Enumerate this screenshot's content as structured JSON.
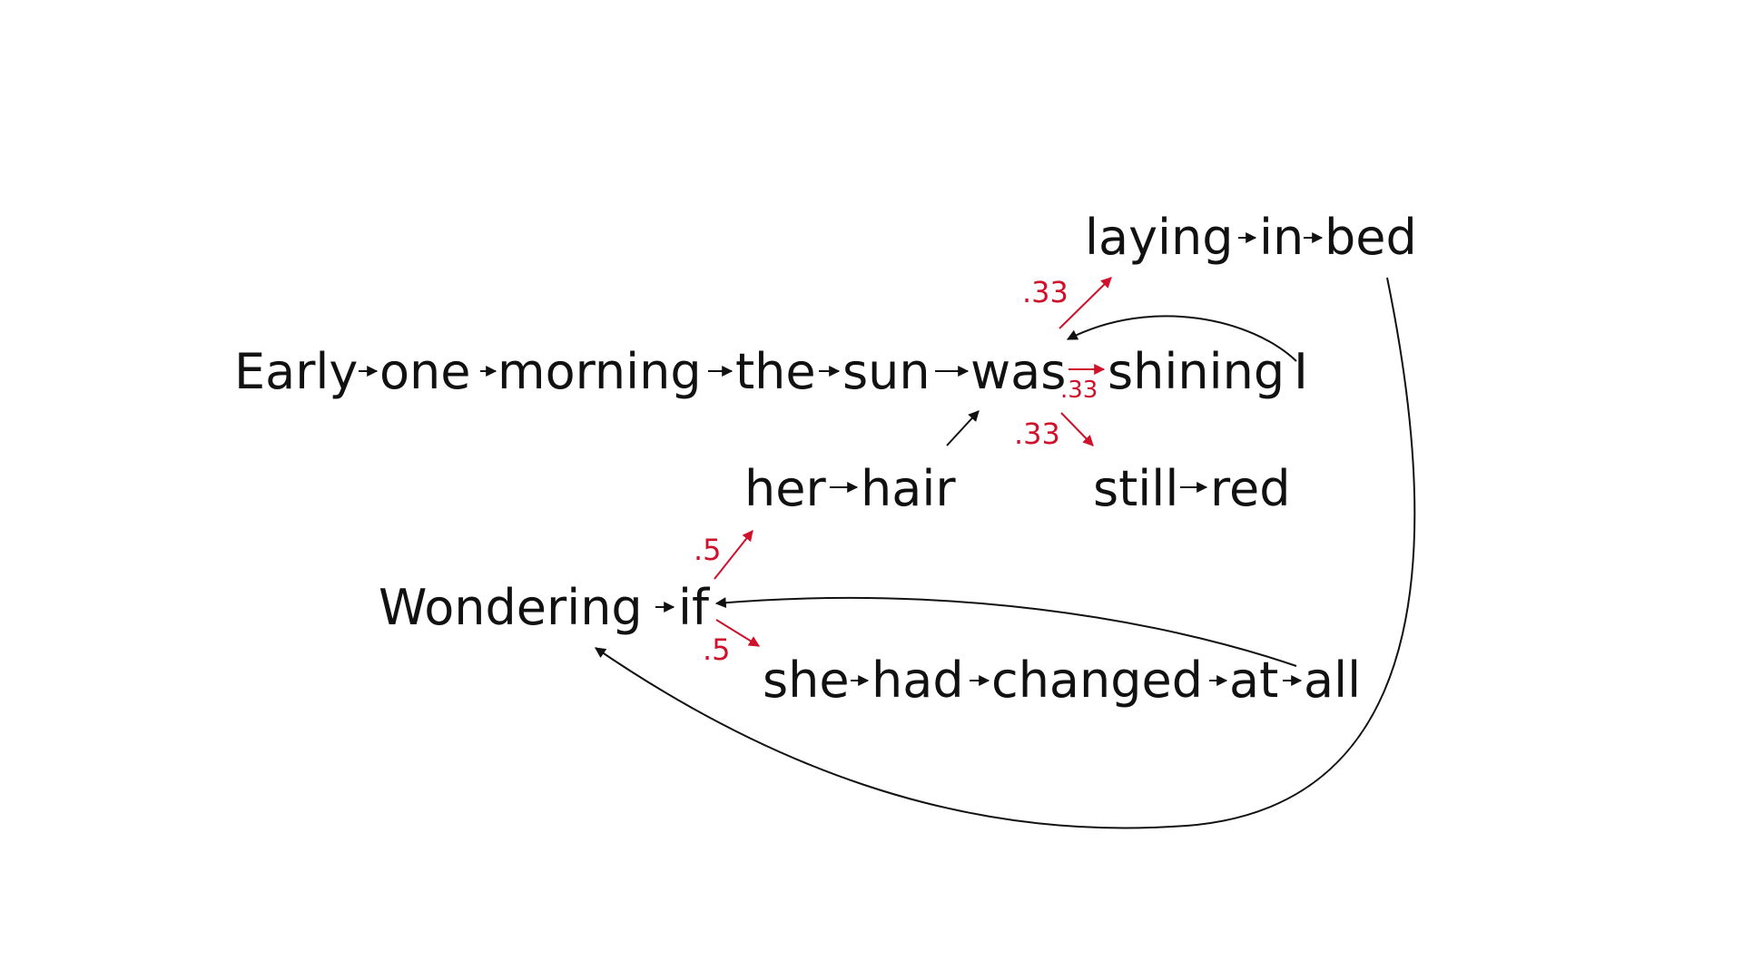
{
  "words": {
    "early": "Early",
    "one": "one",
    "morning": "morning",
    "the": "the",
    "sun": "sun",
    "was": "was",
    "shining": "shining",
    "i": "I",
    "laying": "laying",
    "in": "in",
    "bed": "bed",
    "still": "still",
    "red": "red",
    "her": "her",
    "hair": "hair",
    "wondering": "Wondering",
    "if": "if",
    "she": "she",
    "had": "had",
    "changed": "changed",
    "at": "at",
    "all": "all"
  },
  "probabilities": {
    "was_to_laying": ".33",
    "was_to_shining": ".33",
    "was_to_still": ".33",
    "if_to_her": ".5",
    "if_to_she": ".5"
  },
  "colors": {
    "text": "#111111",
    "probability": "#d0112b",
    "background": "#ffffff"
  }
}
